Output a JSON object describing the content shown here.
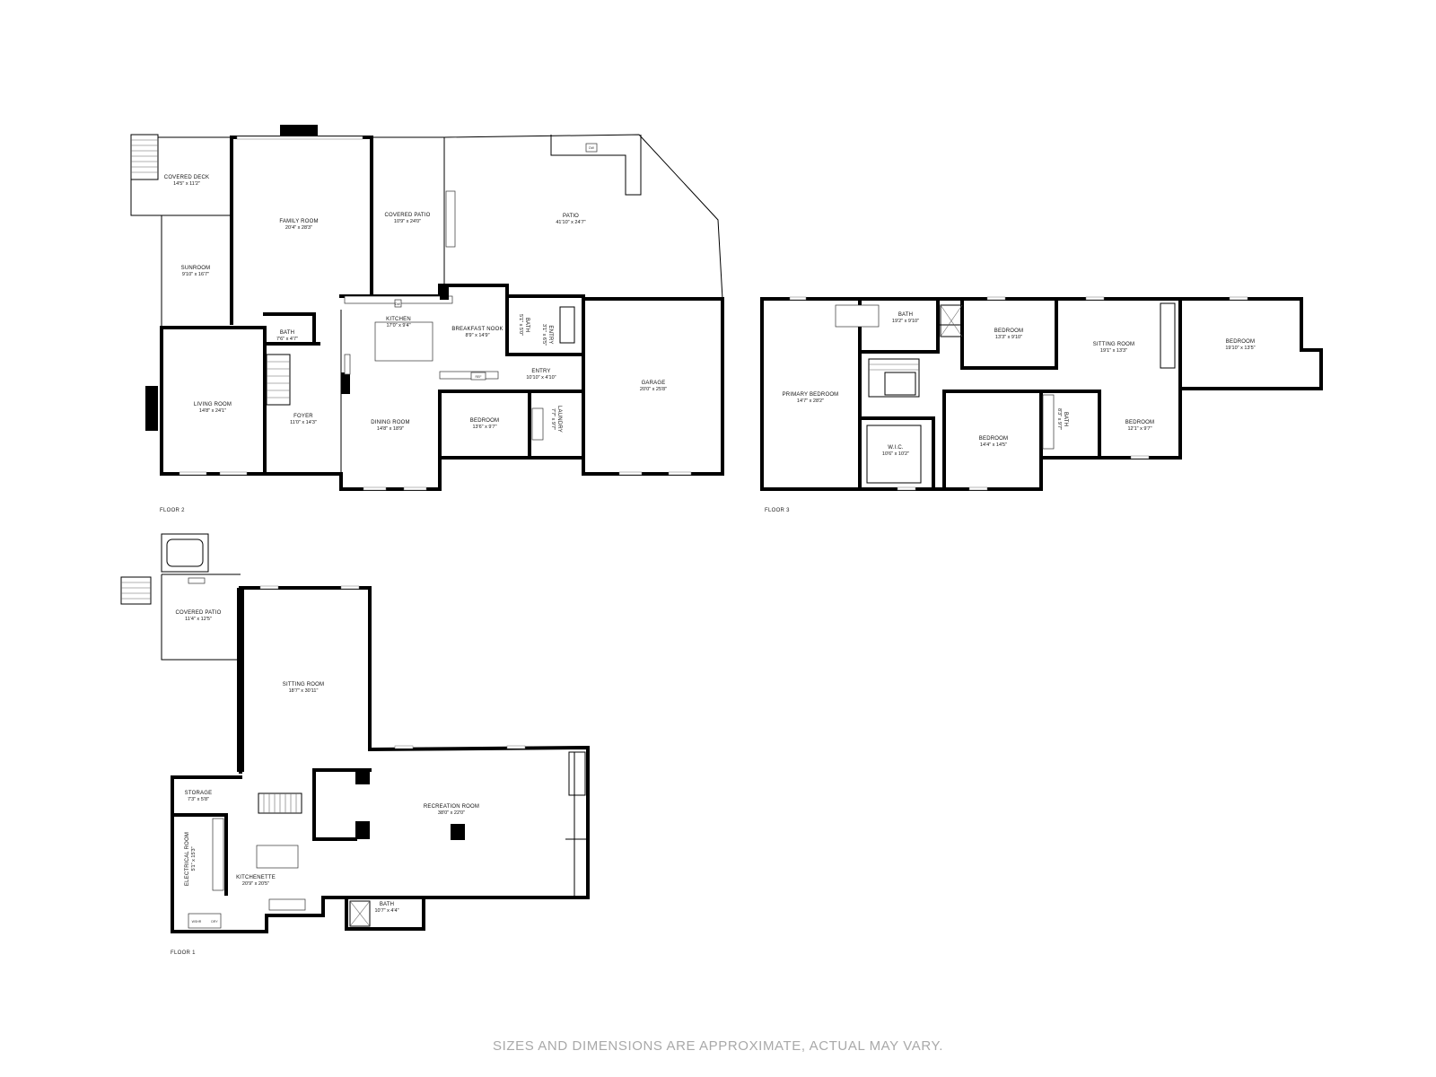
{
  "floors": [
    {
      "label": "FLOOR 2",
      "rooms": [
        {
          "name": "COVERED DECK",
          "dims": "14'5\" x 11'2\""
        },
        {
          "name": "FAMILY ROOM",
          "dims": "20'4\" x 28'3\""
        },
        {
          "name": "COVERED PATIO",
          "dims": "10'9\" x 24'0\""
        },
        {
          "name": "PATIO",
          "dims": "41'10\" x 24'7\""
        },
        {
          "name": "SUNROOM",
          "dims": "9'10\" x 16'7\""
        },
        {
          "name": "KITCHEN",
          "dims": "17'0\" x 9'4\""
        },
        {
          "name": "BREAKFAST NOOK",
          "dims": "8'9\" x 14'9\""
        },
        {
          "name": "BATH",
          "dims": "7'6\" x 4'7\""
        },
        {
          "name": "BATH",
          "dims": "5'1\" x 5'0\""
        },
        {
          "name": "ENTRY",
          "dims": "3'1\" x 6'5\""
        },
        {
          "name": "ENTRY",
          "dims": "10'10\" x 4'10\""
        },
        {
          "name": "GARAGE",
          "dims": "20'0\" x 25'8\""
        },
        {
          "name": "LIVING ROOM",
          "dims": "14'8\" x 24'1\""
        },
        {
          "name": "FOYER",
          "dims": "11'0\" x 14'3\""
        },
        {
          "name": "DINING ROOM",
          "dims": "14'8\" x 18'9\""
        },
        {
          "name": "BEDROOM",
          "dims": "13'6\" x 9'7\""
        },
        {
          "name": "LAUNDRY",
          "dims": "7'7\" x 9'7\""
        }
      ]
    },
    {
      "label": "FLOOR 3",
      "rooms": [
        {
          "name": "BATH",
          "dims": "19'2\" x 9'10\""
        },
        {
          "name": "BEDROOM",
          "dims": "13'3\" x 9'10\""
        },
        {
          "name": "SITTING ROOM",
          "dims": "19'1\" x 13'3\""
        },
        {
          "name": "BEDROOM",
          "dims": "19'10\" x 13'5\""
        },
        {
          "name": "PRIMARY BEDROOM",
          "dims": "14'7\" x 28'2\""
        },
        {
          "name": "W.I.C.",
          "dims": "10'6\" x 10'2\""
        },
        {
          "name": "BEDROOM",
          "dims": "14'4\" x 14'5\""
        },
        {
          "name": "BATH",
          "dims": "8'3\" x 9'7\""
        },
        {
          "name": "BEDROOM",
          "dims": "12'1\" x 9'7\""
        }
      ]
    },
    {
      "label": "FLOOR 1",
      "rooms": [
        {
          "name": "COVERED PATIO",
          "dims": "11'4\" x 12'5\""
        },
        {
          "name": "SITTING ROOM",
          "dims": "18'7\" x 30'11\""
        },
        {
          "name": "STORAGE",
          "dims": "7'3\" x 5'8\""
        },
        {
          "name": "RECREATION ROOM",
          "dims": "38'0\" x 22'0\""
        },
        {
          "name": "ELECTRICAL ROOM",
          "dims": "5'1\" x 15'3\""
        },
        {
          "name": "KITCHENETTE",
          "dims": "20'9\" x 20'5\""
        },
        {
          "name": "BATH",
          "dims": "10'7\" x 4'4\""
        }
      ]
    }
  ],
  "fixtures": {
    "dishwasher": "DW",
    "refrigerator": "REF",
    "washer": "WSHR",
    "dryer": "DRY"
  },
  "disclaimer": "SIZES AND DIMENSIONS ARE APPROXIMATE, ACTUAL MAY VARY."
}
